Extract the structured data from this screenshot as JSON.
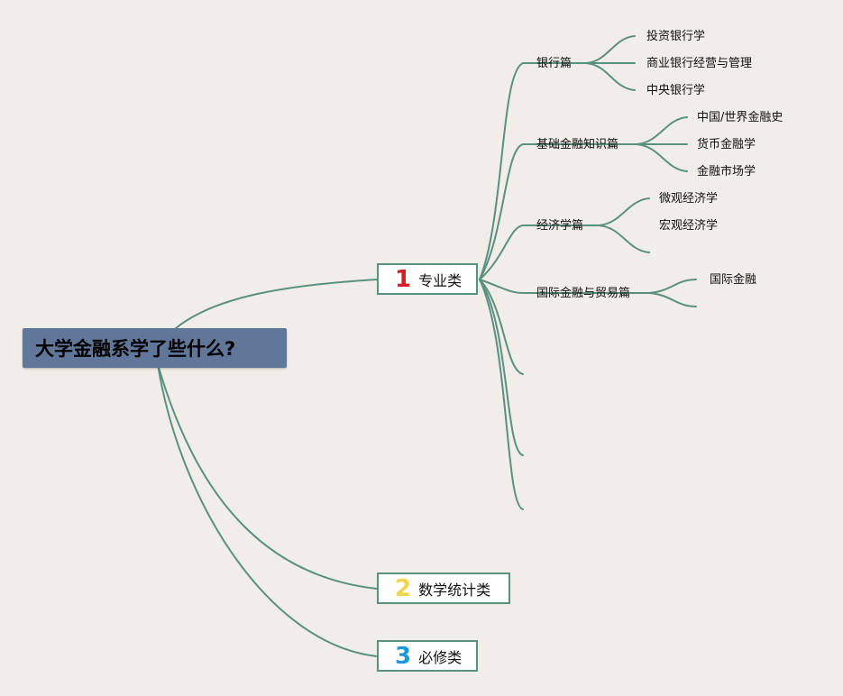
{
  "root": {
    "title": "大学金融系学了些什么?"
  },
  "categories": [
    {
      "number": "1",
      "label": "专业类",
      "number_color": "#d71f28"
    },
    {
      "number": "2",
      "label": "数学统计类",
      "number_color": "#f0d44c"
    },
    {
      "number": "3",
      "label": "必修类",
      "number_color": "#1f96d8"
    }
  ],
  "subtopics": [
    {
      "label": "银行篇",
      "items": [
        "投资银行学",
        "商业银行经营与管理",
        "中央银行学"
      ]
    },
    {
      "label": "基础金融知识篇",
      "items": [
        "中国/世界金融史",
        "货币金融学",
        "金融市场学"
      ]
    },
    {
      "label": "经济学篇",
      "items": [
        "微观经济学",
        "宏观经济学"
      ]
    },
    {
      "label": "国际金融与贸易篇",
      "items": [
        "国际金融"
      ]
    }
  ],
  "colors": {
    "background": "#f1ede8",
    "connector": "#5a917e",
    "root_fill": "#61779a"
  }
}
